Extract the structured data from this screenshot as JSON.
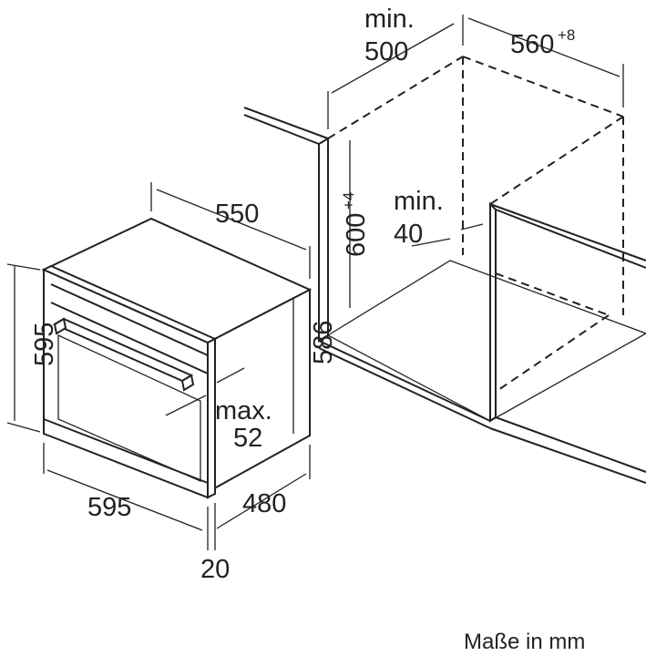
{
  "labels": {
    "min_500": [
      "min.",
      "500"
    ],
    "cabinet_width": "560",
    "cabinet_width_tol": "+8",
    "cabinet_height": "600",
    "cabinet_height_tol": "+4",
    "min_40": [
      "min.",
      "40"
    ],
    "oven_depth": "550",
    "oven_height": "595",
    "oven_body_height": "586",
    "max_52": [
      "max.",
      "52"
    ],
    "oven_width": "595",
    "oven_body_depth": "480",
    "front_thickness": "20",
    "units_note": "Maße in mm"
  }
}
